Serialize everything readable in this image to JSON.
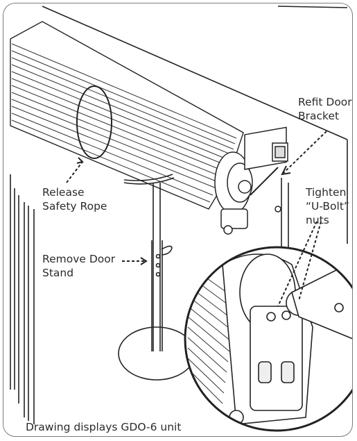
{
  "labels": {
    "refit": "Refit Door\nBracket",
    "release": "Release\nSafety Rope",
    "tighten": "Tighten\n“U-Bolt”\nnuts",
    "remove": "Remove Door\nStand",
    "caption": "Drawing displays GDO-6 unit"
  }
}
